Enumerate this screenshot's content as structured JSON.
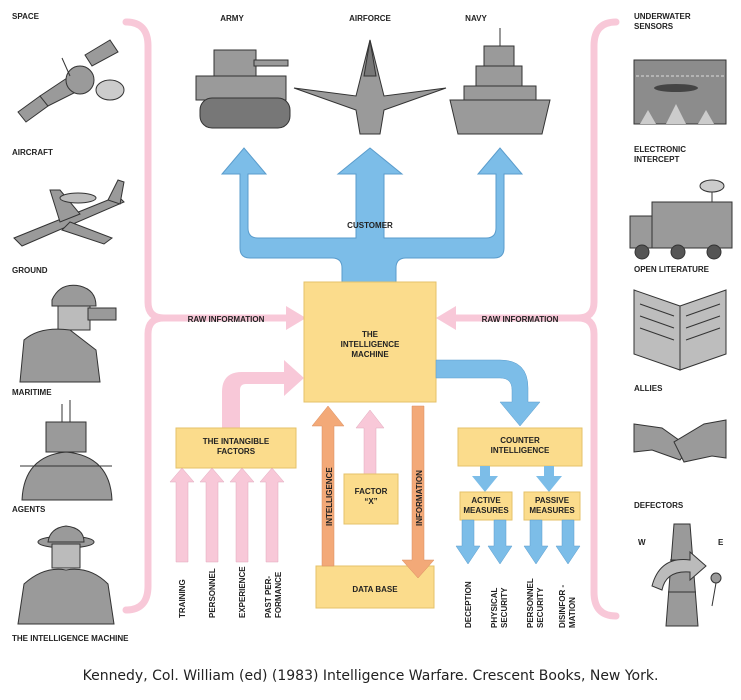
{
  "left_sources": [
    "SPACE",
    "AIRCRAFT",
    "GROUND",
    "MARITIME",
    "AGENTS"
  ],
  "left_footer": "THE INTELLIGENCE MACHINE",
  "right_sources": [
    "UNDERWATER",
    "SENSORS",
    "ELECTRONIC",
    "INTERCEPT",
    "OPEN LITERATURE",
    "ALLIES",
    "DEFECTORS"
  ],
  "compass": {
    "west": "W",
    "east": "E"
  },
  "customers": [
    "ARMY",
    "AIRFORCE",
    "NAVY"
  ],
  "customer_label": "CUSTOMER",
  "raw_information": "RAW INFORMATION",
  "machine": [
    "THE",
    "INTELLIGENCE",
    "MACHINE"
  ],
  "intangible": {
    "title": [
      "THE INTANGIBLE",
      "FACTORS"
    ],
    "items": [
      "TRAINING",
      "PERSONNEL",
      "EXPERIENCE",
      "PAST PER-",
      "FORMANCE"
    ]
  },
  "intelligence_label": "INTELLIGENCE",
  "information_label": "INFORMATION",
  "factor_x": [
    "FACTOR",
    "“X”"
  ],
  "database": "DATA BASE",
  "counter": {
    "title": [
      "COUNTER",
      "INTELLIGENCE"
    ],
    "active": [
      "ACTIVE",
      "MEASURES"
    ],
    "passive": [
      "PASSIVE",
      "MEASURES"
    ],
    "items": [
      "DECEPTION",
      "PHYSICAL",
      "SECURITY",
      "PERSONNEL",
      "SECURITY",
      "DISINFOR -",
      "MATION"
    ]
  },
  "caption": "Kennedy, Col. William (ed) (1983) Intelligence Warfare.  Crescent Books, New York.",
  "colors": {
    "pink": "#f8c8d8",
    "blue": "#7cbde8",
    "yellow": "#fbdc8c",
    "orange": "#f3a978",
    "gray": "#9a9a9a"
  }
}
